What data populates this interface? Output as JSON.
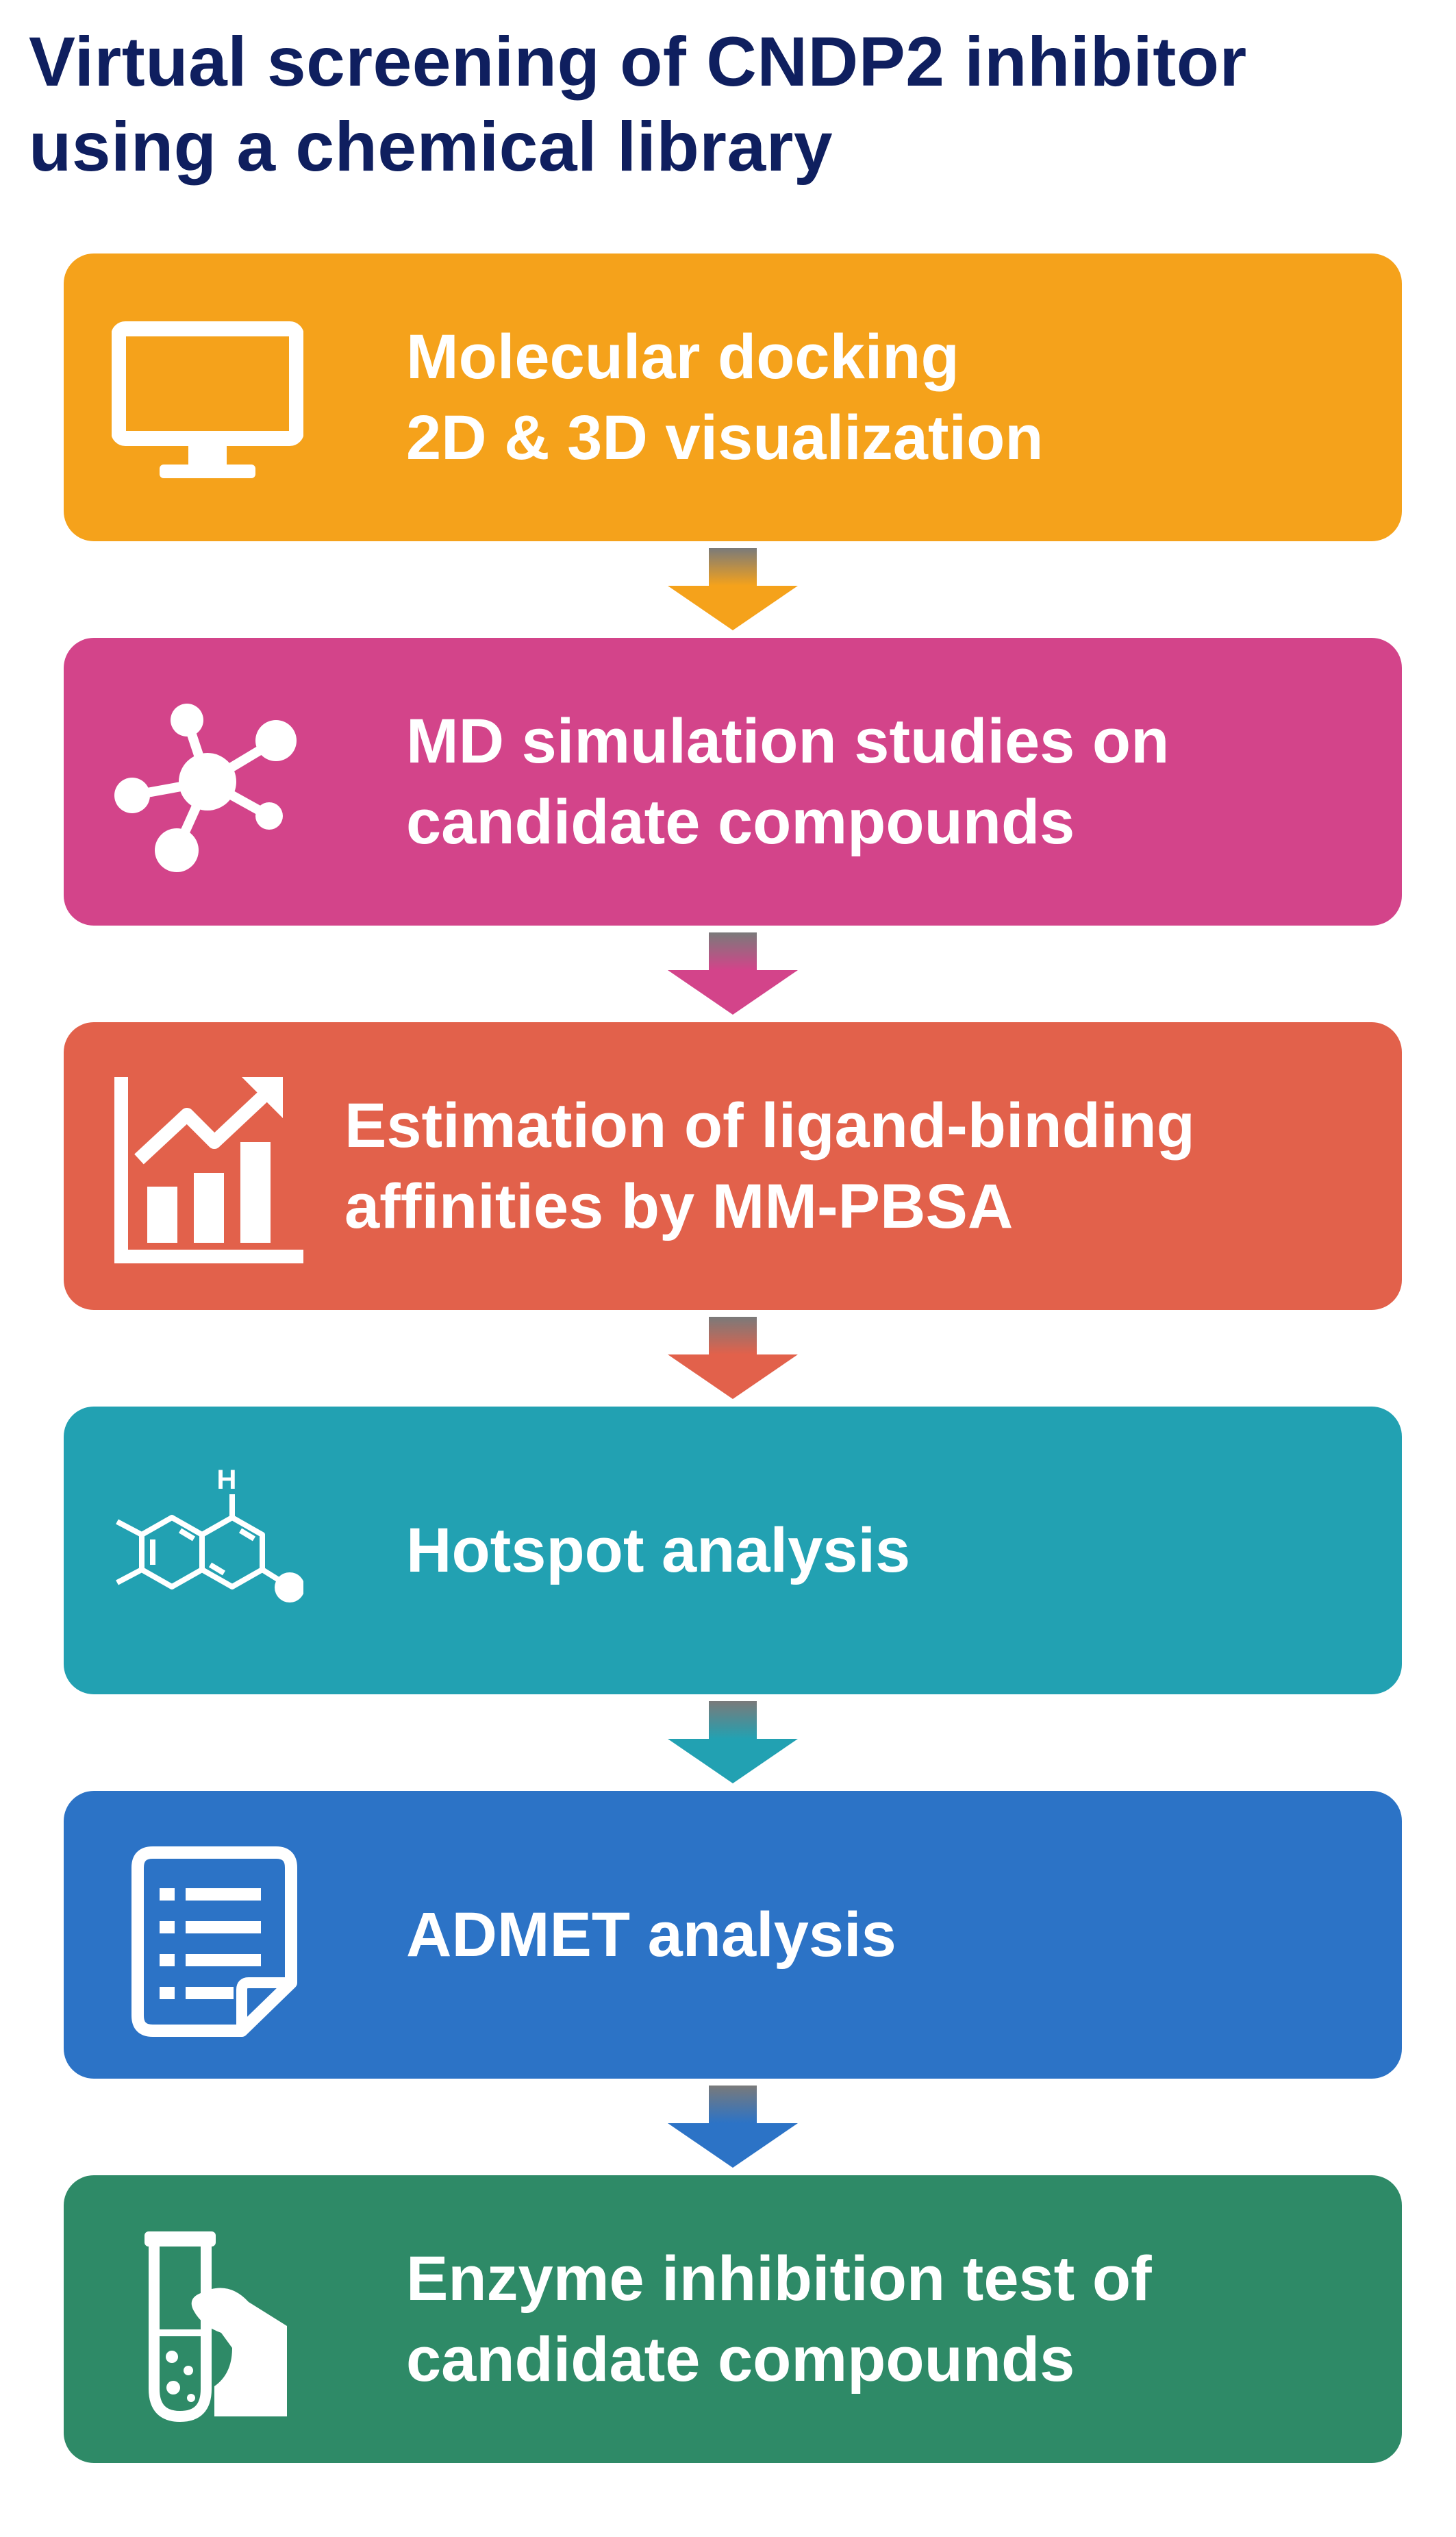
{
  "title": {
    "line1": "Virtual screening of CNDP2 inhibitor",
    "line2": "using a chemical library"
  },
  "steps": [
    {
      "line1": "Molecular docking",
      "line2": "2D & 3D visualization",
      "color": "#f5a21b",
      "icon": "computer-monitor-icon"
    },
    {
      "line1": "MD simulation studies on",
      "line2": "candidate compounds",
      "color": "#d3448a",
      "icon": "molecule-icon"
    },
    {
      "line1": "Estimation of ligand-binding",
      "line2": "affinities by MM-PBSA",
      "color": "#e2614b",
      "icon": "growth-chart-icon"
    },
    {
      "line1": "Hotspot analysis",
      "line2": "",
      "color": "#22a1b2",
      "icon": "chemical-structure-icon"
    },
    {
      "line1": "ADMET analysis",
      "line2": "",
      "color": "#2c73c6",
      "icon": "document-list-icon"
    },
    {
      "line1": "Enzyme inhibition test of",
      "line2": "candidate compounds",
      "color": "#2e8a67",
      "icon": "test-tube-hand-icon"
    }
  ]
}
